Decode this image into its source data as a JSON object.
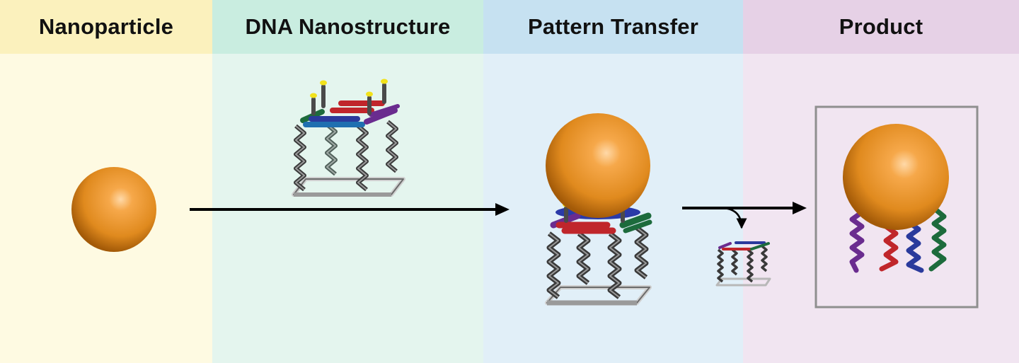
{
  "columns": [
    {
      "title": "Nanoparticle",
      "color": "#fbf1bd"
    },
    {
      "title": "DNA Nanostructure",
      "color": "#c9ede0"
    },
    {
      "title": "Pattern Transfer",
      "color": "#c6e1f1"
    },
    {
      "title": "Product",
      "color": "#e6d1e6"
    }
  ],
  "colors": {
    "gold": "#e08a1e",
    "dna_gray": "#5a5a5a",
    "strand_red": "#c0262b",
    "strand_blue": "#2a3a9c",
    "strand_green": "#1d6b3c",
    "strand_purple": "#6a2c8f",
    "tip_yellow": "#f2e21a"
  }
}
